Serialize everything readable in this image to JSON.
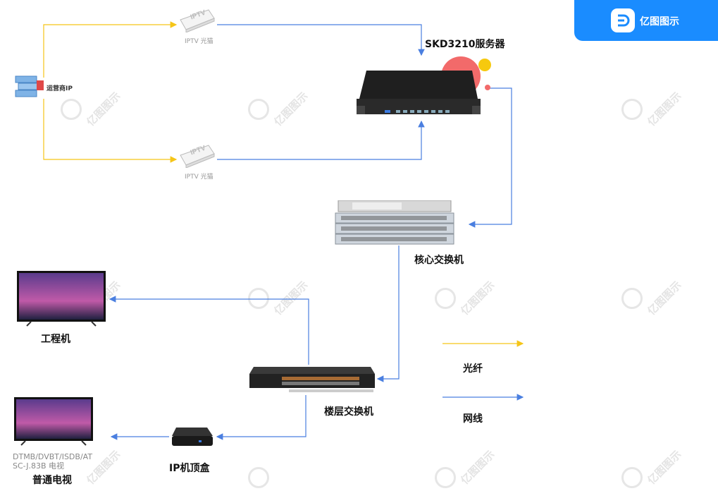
{
  "brand": {
    "name": "亿图图示",
    "color": "#1a8cff"
  },
  "watermark": {
    "text": "亿图图示"
  },
  "nodes": {
    "operator_ip": "运营商IP",
    "iptv_top": "IPTV 光猫",
    "iptv_bottom": "IPTV 光猫",
    "iptv_card": "IPTV",
    "server": "SKD3210服务器",
    "core_switch": "核心交换机",
    "floor_switch": "楼层交换机",
    "engineering_tv": "工程机",
    "settop_box": "IP机顶盒",
    "normal_tv": "普通电视",
    "tv_standards": "DTMB/DVBT/ISDB/AT SC-J.83B 电视"
  },
  "legend": {
    "fiber": {
      "label": "光纤",
      "color": "#f5c518"
    },
    "ethernet": {
      "label": "网线",
      "color": "#4a7fe0"
    }
  }
}
